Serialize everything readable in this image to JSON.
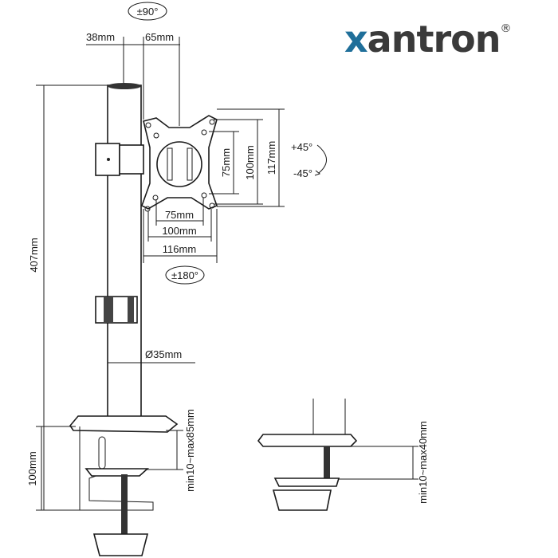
{
  "brand": {
    "logo_first": "x",
    "logo_rest": "antron",
    "registered": "®",
    "accent_color": "#1f6f9a",
    "text_color": "#3a3a3a"
  },
  "dimensions": {
    "rotation_top": "±90°",
    "pole_offset": "38mm",
    "arm_offset": "65mm",
    "height_total": "407mm",
    "vesa_v_small": "75mm",
    "vesa_v_large": "100mm",
    "plate_height": "117mm",
    "tilt_up": "+45°",
    "tilt_down": "-45°",
    "vesa_h_small": "75mm",
    "vesa_h_large": "100mm",
    "plate_width": "116mm",
    "rotation_plate": "±180°",
    "pole_diameter": "Ø35mm",
    "clamp_height": "100mm",
    "clamp_range": "min10~max85mm",
    "grommet_range": "min10~max40mm"
  }
}
